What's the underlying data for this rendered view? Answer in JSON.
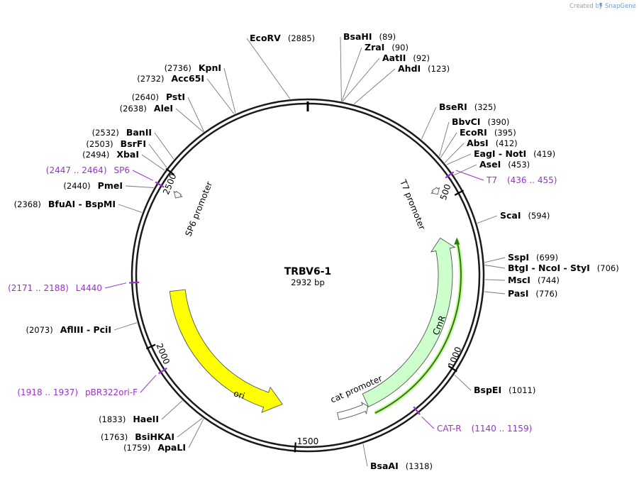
{
  "plasmid": {
    "name": "TRBV6-1",
    "length_label": "2932 bp",
    "total_bp": 2932
  },
  "credit": {
    "text": "Created by",
    "brand": "SnapGene"
  },
  "ticks": [
    {
      "bp": 500,
      "label": "500"
    },
    {
      "bp": 1000,
      "label": "1000"
    },
    {
      "bp": 1500,
      "label": "1500"
    },
    {
      "bp": 2000,
      "label": "2000"
    },
    {
      "bp": 2500,
      "label": "2500"
    }
  ],
  "enzymes": [
    {
      "name": "EcoRV",
      "pos": "(2885)",
      "bp": 2885
    },
    {
      "name": "BsaHI",
      "pos": "(89)",
      "bp": 89
    },
    {
      "name": "ZraI",
      "pos": "(90)",
      "bp": 90
    },
    {
      "name": "AatII",
      "pos": "(92)",
      "bp": 92
    },
    {
      "name": "AhdI",
      "pos": "(123)",
      "bp": 123
    },
    {
      "name": "BseRI",
      "pos": "(325)",
      "bp": 325
    },
    {
      "name": "BbvCI",
      "pos": "(390)",
      "bp": 390
    },
    {
      "name": "EcoRI",
      "pos": "(395)",
      "bp": 395
    },
    {
      "name": "AbsI",
      "pos": "(412)",
      "bp": 412
    },
    {
      "name": "EagI  -  NotI",
      "pos": "(419)",
      "bp": 419
    },
    {
      "name": "AseI",
      "pos": "(453)",
      "bp": 453
    },
    {
      "name": "ScaI",
      "pos": "(594)",
      "bp": 594
    },
    {
      "name": "SspI",
      "pos": "(699)",
      "bp": 699
    },
    {
      "name": "BtgI  -  NcoI  -  StyI",
      "pos": "(706)",
      "bp": 706
    },
    {
      "name": "MscI",
      "pos": "(744)",
      "bp": 744
    },
    {
      "name": "PasI",
      "pos": "(776)",
      "bp": 776
    },
    {
      "name": "BspEI",
      "pos": "(1011)",
      "bp": 1011
    },
    {
      "name": "BsaAI",
      "pos": "(1318)",
      "bp": 1318
    },
    {
      "name": "ApaLI",
      "pos": "(1759)",
      "bp": 1759
    },
    {
      "name": "BsiHKAI",
      "pos": "(1763)",
      "bp": 1763
    },
    {
      "name": "HaeII",
      "pos": "(1833)",
      "bp": 1833
    },
    {
      "name": "AflIII  -  PciI",
      "pos": "(2073)",
      "bp": 2073
    },
    {
      "name": "BfuAI  -  BspMI",
      "pos": "(2368)",
      "bp": 2368
    },
    {
      "name": "PmeI",
      "pos": "(2440)",
      "bp": 2440
    },
    {
      "name": "XbaI",
      "pos": "(2494)",
      "bp": 2494
    },
    {
      "name": "BsrFI",
      "pos": "(2503)",
      "bp": 2503
    },
    {
      "name": "BanII",
      "pos": "(2532)",
      "bp": 2532
    },
    {
      "name": "AleI",
      "pos": "(2638)",
      "bp": 2638
    },
    {
      "name": "PstI",
      "pos": "(2640)",
      "bp": 2640
    },
    {
      "name": "Acc65I",
      "pos": "(2732)",
      "bp": 2732
    },
    {
      "name": "KpnI",
      "pos": "(2736)",
      "bp": 2736
    }
  ],
  "primers": [
    {
      "name": "T7",
      "range": "(436 .. 455)",
      "start": 436,
      "end": 455
    },
    {
      "name": "CAT-R",
      "range": "(1140 .. 1159)",
      "start": 1140,
      "end": 1159
    },
    {
      "name": "pBR322ori-F",
      "range": "(1918 .. 1937)",
      "start": 1918,
      "end": 1937
    },
    {
      "name": "L4440",
      "range": "(2171 .. 2188)",
      "start": 2171,
      "end": 2188
    },
    {
      "name": "SP6",
      "range": "(2447 .. 2464)",
      "start": 2447,
      "end": 2464
    }
  ],
  "features": [
    {
      "name": "T7 promoter",
      "type": "promoter",
      "start": 454,
      "end": 473,
      "strand": 1
    },
    {
      "name": "CmR",
      "type": "gene",
      "start": 605,
      "end": 1264,
      "strand": -1,
      "color": "#ccffcc"
    },
    {
      "name": "cat promoter",
      "type": "promoter",
      "start": 1265,
      "end": 1367,
      "strand": -1
    },
    {
      "name": "ori",
      "type": "origin",
      "start": 1557,
      "end": 2145,
      "strand": -1,
      "color": "#ffff00"
    },
    {
      "name": "SP6 promoter",
      "type": "promoter",
      "start": 2446,
      "end": 2464,
      "strand": -1
    }
  ],
  "colors": {
    "primer": "#9b30d0",
    "cmr_fill": "#ccffcc",
    "ori_fill": "#ffff00",
    "orf_line": "#2e7d00"
  }
}
